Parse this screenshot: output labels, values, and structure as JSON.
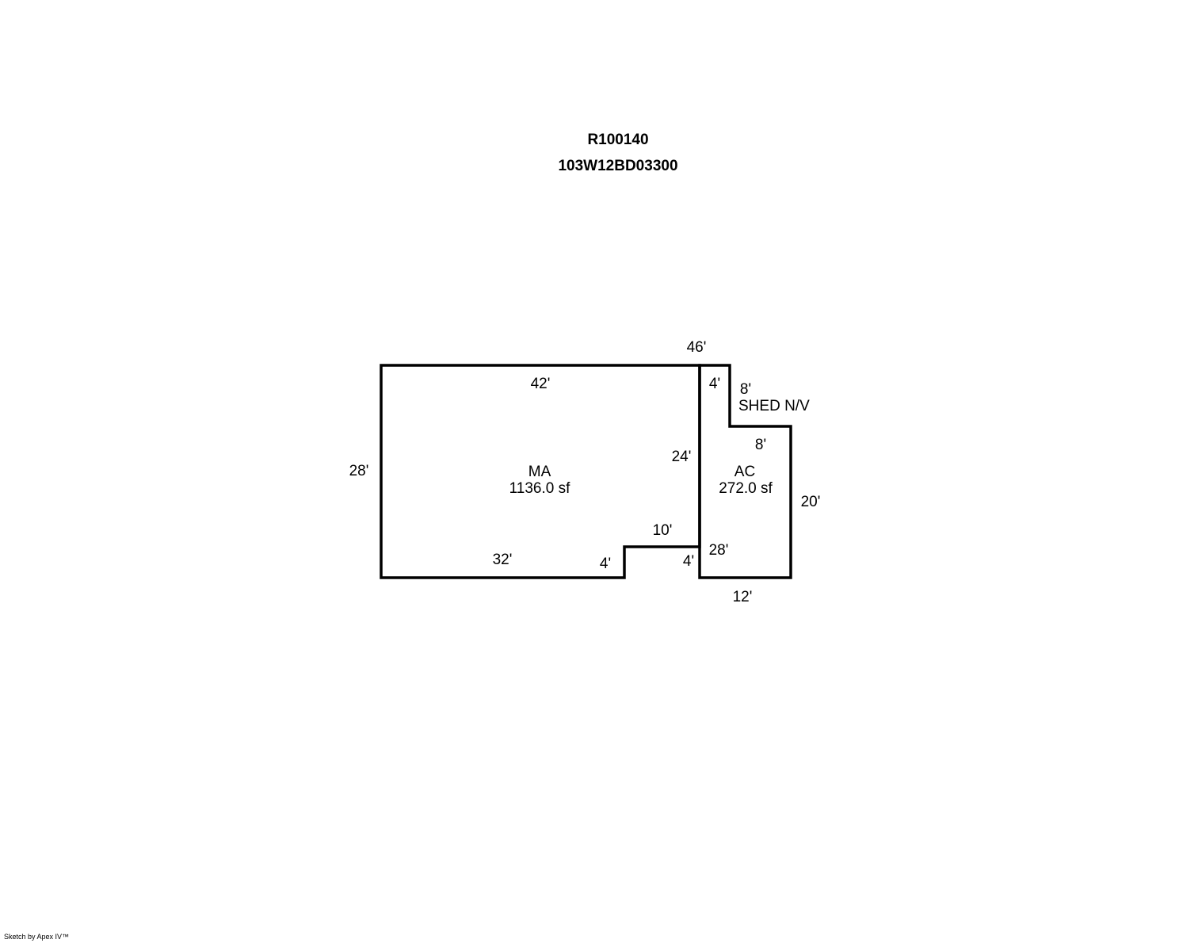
{
  "header": {
    "parcel_id": "R100140",
    "map_number": "103W12BD03300"
  },
  "areas": {
    "main": {
      "code": "MA",
      "area": "1136.0 sf"
    },
    "attached": {
      "code": "AC",
      "area": "272.0 sf"
    },
    "shed": {
      "label": "SHED N/V"
    }
  },
  "dimensions": {
    "top_total": "46'",
    "ma_top": "42'",
    "ma_left": "28'",
    "ma_bottom": "32'",
    "notch_height_left": "4'",
    "notch_top": "10'",
    "notch_height_right": "4'",
    "ma_right": "24'",
    "shed_width": "4'",
    "shed_height": "8'",
    "ac_step": "8'",
    "ac_right": "20'",
    "ac_left": "28'",
    "ac_bottom": "12'"
  },
  "footer": {
    "credit": "Sketch by Apex IV™"
  },
  "colors": {
    "line": "#000000",
    "background": "#ffffff"
  }
}
